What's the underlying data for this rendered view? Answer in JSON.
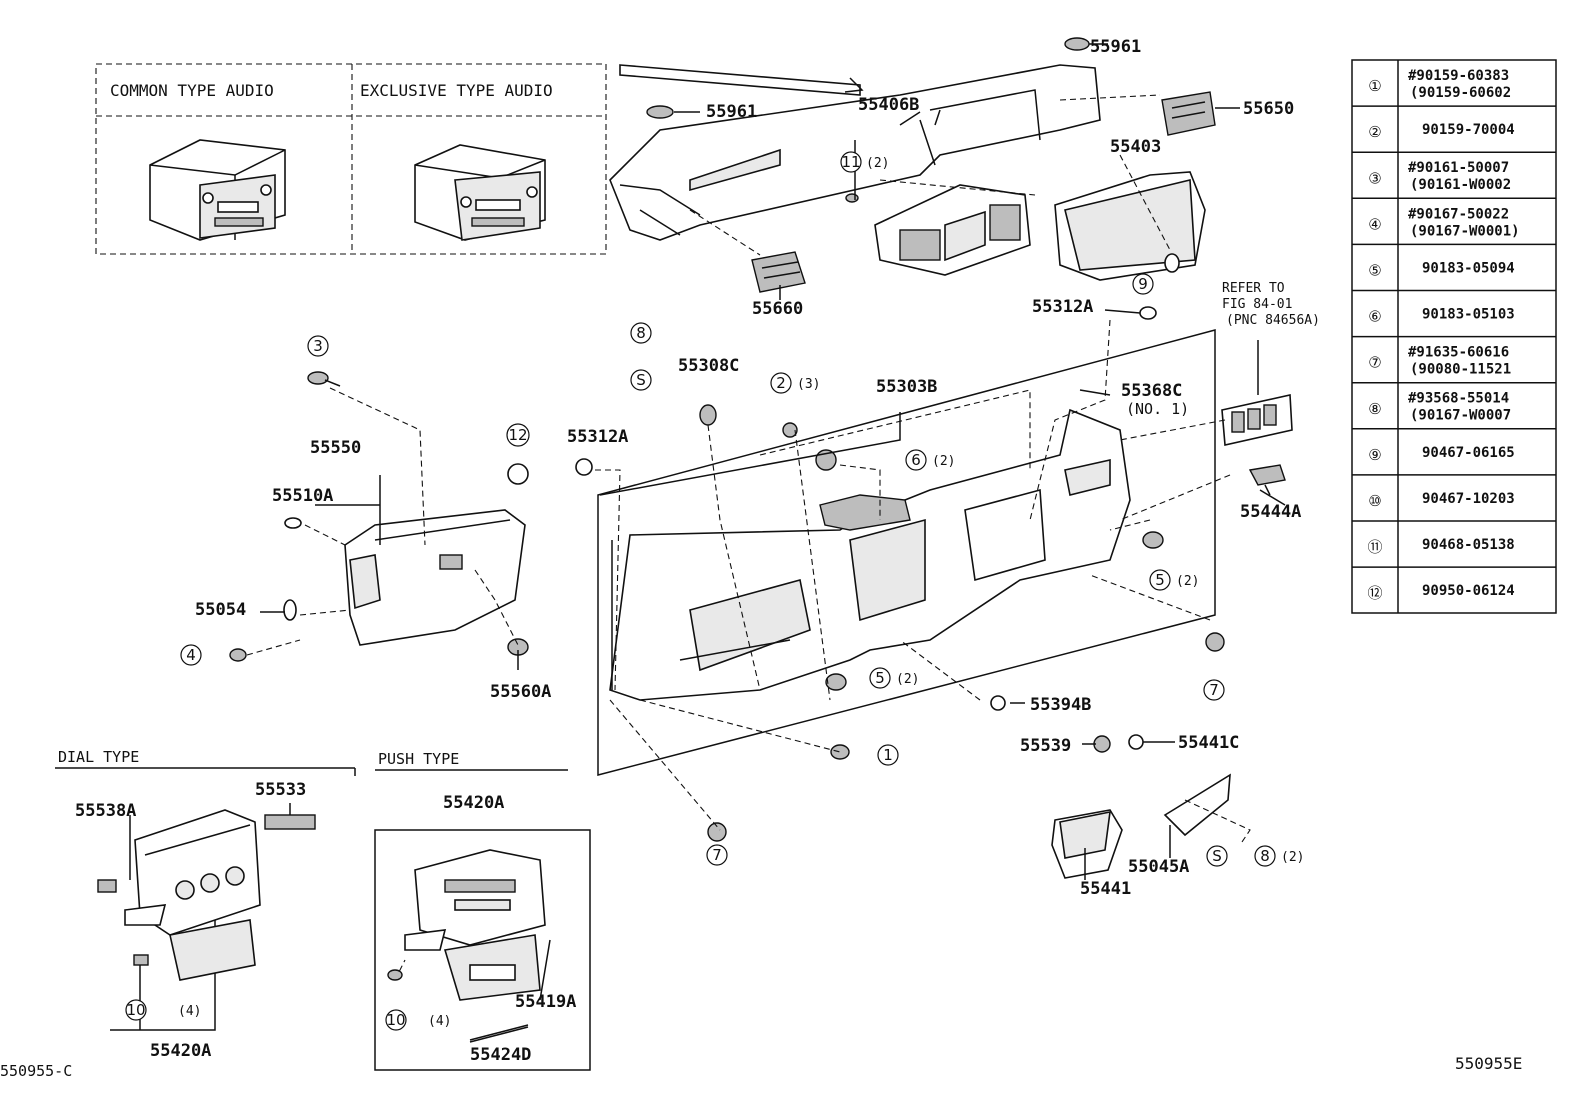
{
  "audio_box": {
    "common_label": "COMMON TYPE AUDIO",
    "exclusive_label": "EXCLUSIVE TYPE AUDIO"
  },
  "parts": {
    "p55961_top": "55961",
    "p55961_left": "55961",
    "p55406B": "55406B",
    "p55650": "55650",
    "p55403": "55403",
    "p55660": "55660",
    "p55312A_top": "55312A",
    "p55312A_mid": "55312A",
    "p55550": "55550",
    "p55510A": "55510A",
    "p55054": "55054",
    "p55560A": "55560A",
    "p55308C": "55308C",
    "p55303B": "55303B",
    "p55368C": "55368C",
    "p55368C_note": "(NO. 1)",
    "p55444A": "55444A",
    "p55394B": "55394B",
    "p55539": "55539",
    "p55441C": "55441C",
    "p55441": "55441",
    "p55045A": "55045A",
    "p55538A": "55538A",
    "p55533": "55533",
    "p55420A_dial": "55420A",
    "p55420A_push": "55420A",
    "p55419A": "55419A",
    "p55424D": "55424D"
  },
  "refer": {
    "line1": "REFER TO",
    "line2": "FIG 84-01",
    "line3": "(PNC 84656A)"
  },
  "sections": {
    "dial": "DIAL TYPE",
    "push": "PUSH TYPE"
  },
  "callouts": {
    "c11_qty": "(2)",
    "c2_qty": "(3)",
    "c6_qty": "(2)",
    "c5a_qty": "(2)",
    "c5b_qty": "(2)",
    "c8_qty": "(2)",
    "c10a_qty": "(4)",
    "c10b_qty": "(4)",
    "s_mark": "S"
  },
  "footer": {
    "left_code": "550955-C",
    "right_code": "550955E"
  },
  "legend": [
    {
      "num": "1",
      "glyph": "①",
      "line1": "#90159-60383",
      "line2": "(90159-60602"
    },
    {
      "num": "2",
      "glyph": "②",
      "line1": "90159-70004",
      "line2": ""
    },
    {
      "num": "3",
      "glyph": "③",
      "line1": "#90161-50007",
      "line2": "(90161-W0002"
    },
    {
      "num": "4",
      "glyph": "④",
      "line1": "#90167-50022",
      "line2": "(90167-W0001)"
    },
    {
      "num": "5",
      "glyph": "⑤",
      "line1": "90183-05094",
      "line2": ""
    },
    {
      "num": "6",
      "glyph": "⑥",
      "line1": "90183-05103",
      "line2": ""
    },
    {
      "num": "7",
      "glyph": "⑦",
      "line1": "#91635-60616",
      "line2": "(90080-11521"
    },
    {
      "num": "8",
      "glyph": "⑧",
      "line1": "#93568-55014",
      "line2": "(90167-W0007"
    },
    {
      "num": "9",
      "glyph": "⑨",
      "line1": "90467-06165",
      "line2": ""
    },
    {
      "num": "10",
      "glyph": "⑩",
      "line1": "90467-10203",
      "line2": ""
    },
    {
      "num": "11",
      "glyph": "⑪",
      "line1": "90468-05138",
      "line2": ""
    },
    {
      "num": "12",
      "glyph": "⑫",
      "line1": "90950-06124",
      "line2": ""
    }
  ]
}
